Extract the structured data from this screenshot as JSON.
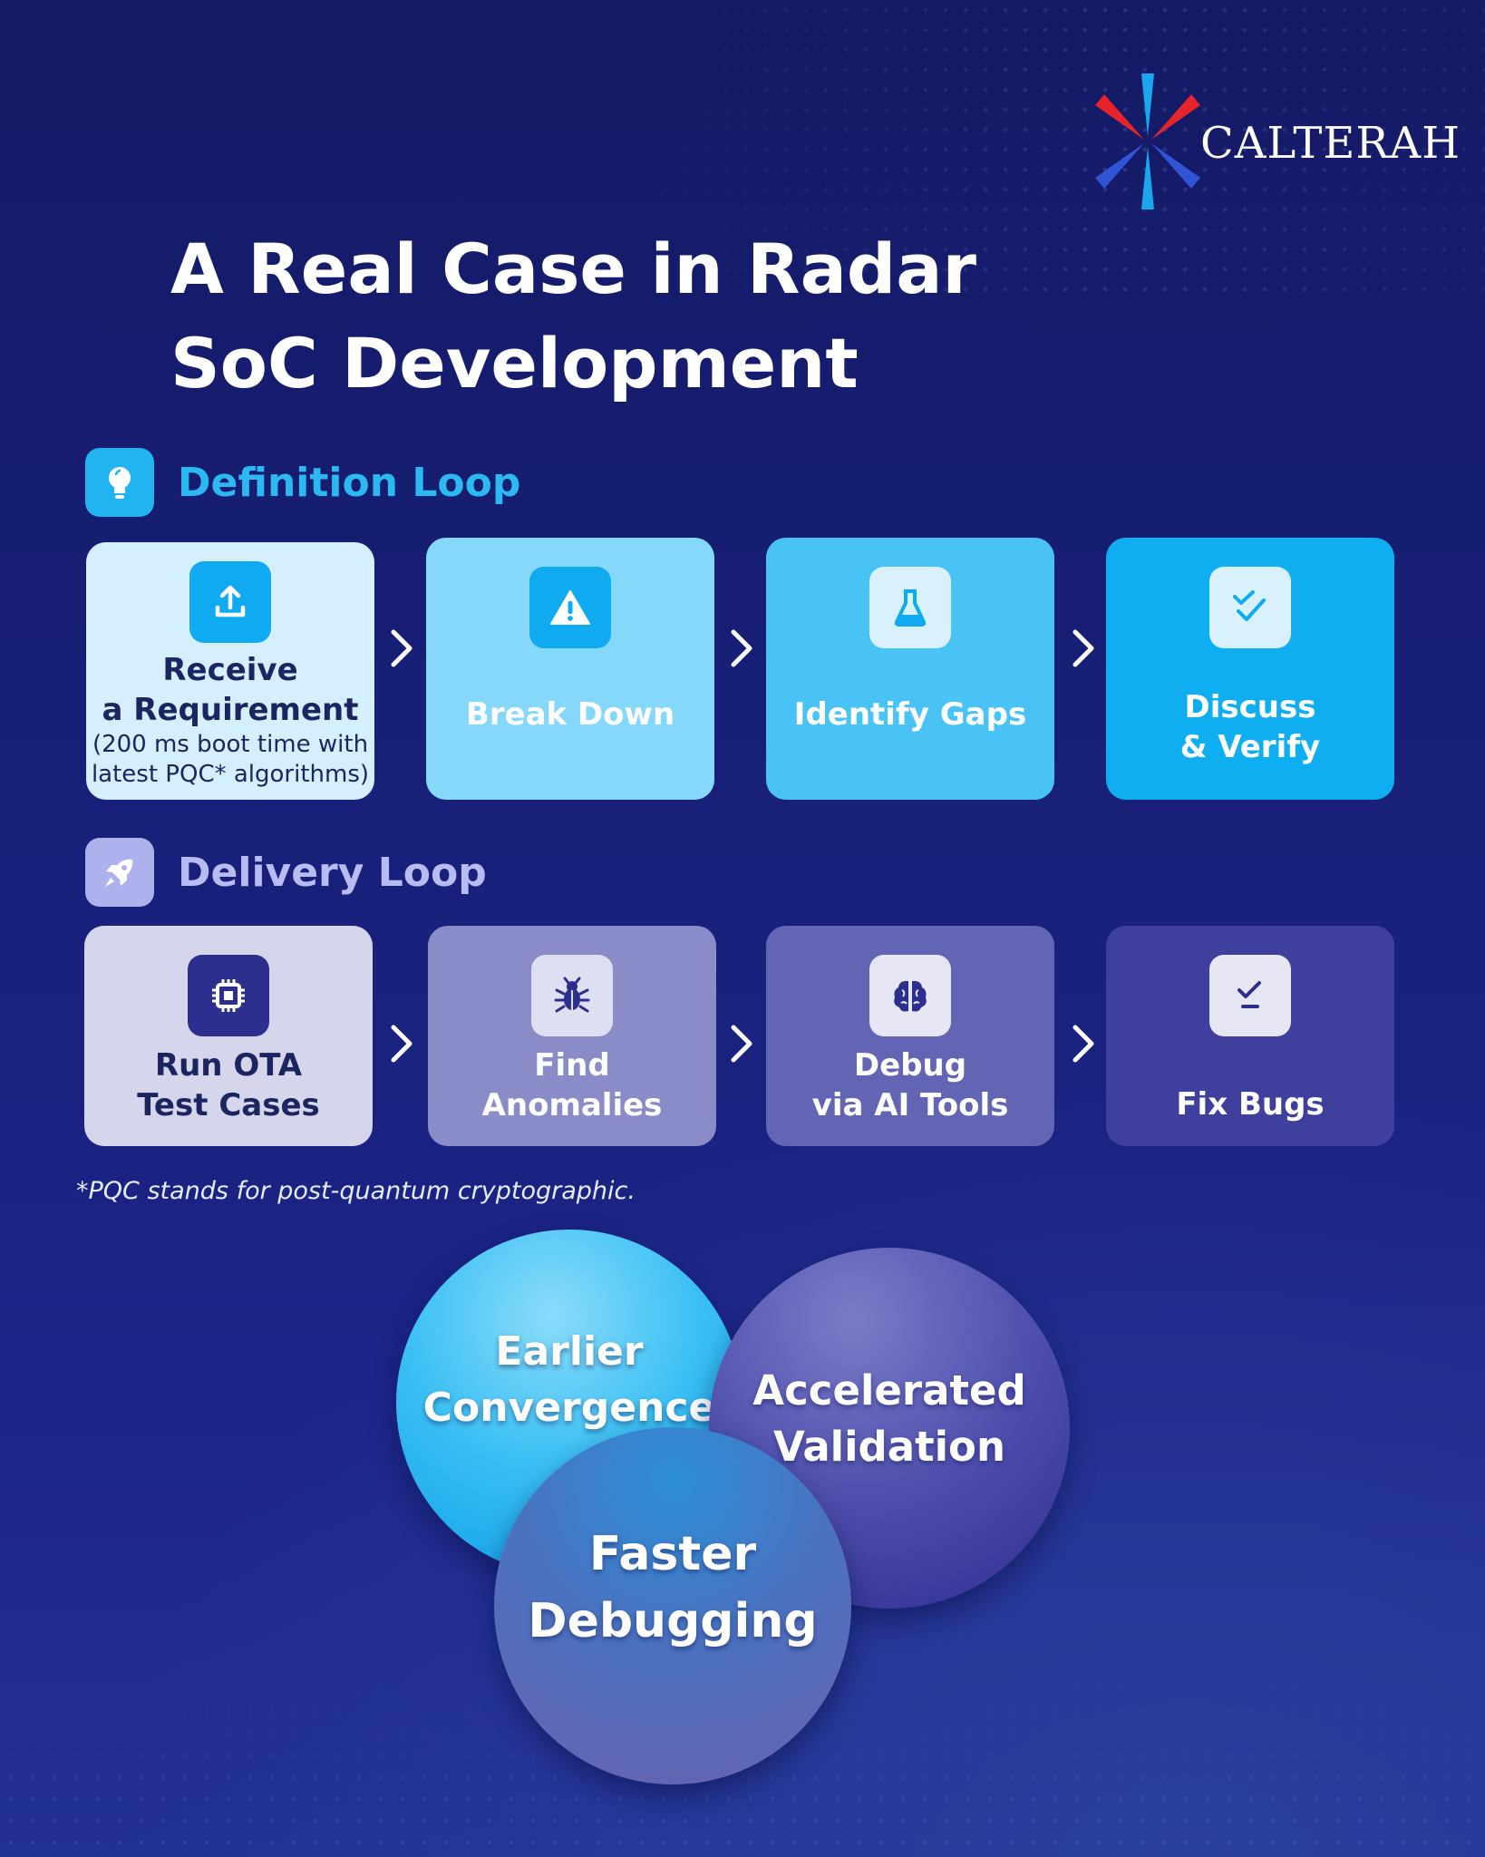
{
  "brand": {
    "name": "CALTERAH"
  },
  "title": "A Real Case in Radar SoC Development",
  "definition_loop": {
    "label": "Definition Loop",
    "icon": "lightbulb-icon",
    "steps": [
      {
        "label": "Receive\na Requirement",
        "sub": "(200 ms boot time with\nlatest PQC* algorithms)",
        "icon": "upload-icon"
      },
      {
        "label": "Break Down",
        "icon": "warning-icon"
      },
      {
        "label": "Identify Gaps",
        "icon": "flask-icon"
      },
      {
        "label": "Discuss\n& Verify",
        "icon": "double-check-icon"
      }
    ]
  },
  "delivery_loop": {
    "label": "Delivery Loop",
    "icon": "rocket-icon",
    "steps": [
      {
        "label": "Run OTA\nTest Cases",
        "icon": "chip-icon"
      },
      {
        "label": "Find\nAnomalies",
        "icon": "bug-icon"
      },
      {
        "label": "Debug\nvia AI Tools",
        "icon": "brain-icon"
      },
      {
        "label": "Fix Bugs",
        "icon": "check-icon"
      }
    ]
  },
  "footnote": "*PQC stands for post-quantum cryptographic.",
  "benefits": [
    {
      "label": "Earlier\nConvergence"
    },
    {
      "label": "Accelerated\nValidation"
    },
    {
      "label": "Faster\nDebugging"
    }
  ],
  "colors": {
    "def_accent": "#22b4f0",
    "delivery_accent": "#b0b4ee",
    "def_cards": [
      "#d4effd",
      "#86d8fa",
      "#49c3f6",
      "#0eaef0"
    ],
    "delivery_cards": [
      "#d5d5ec",
      "#8a8cc8",
      "#6265b4",
      "#3f3f9e"
    ]
  }
}
